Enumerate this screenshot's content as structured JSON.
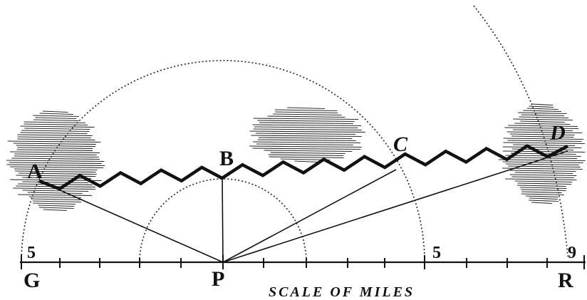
{
  "figure": {
    "points": {
      "A": "A",
      "B": "B",
      "C": "C",
      "D": "D",
      "G": "G",
      "P": "P",
      "R": "R"
    },
    "scale_numbers": {
      "left": "5",
      "middle": "5",
      "right": "9"
    },
    "scale_caption": "SCALE OF MILES"
  }
}
